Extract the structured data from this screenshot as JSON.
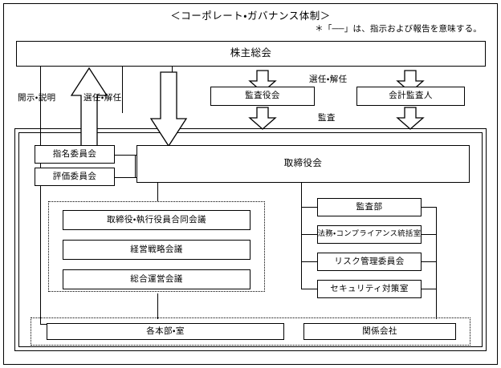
{
  "diagram": {
    "title": "＜コーポレート・ガバナンス体制＞",
    "note": "＊「──」は、指示および報告を意味する。"
  },
  "nodes": {
    "shareholders_meeting": "株主総会",
    "board_of_auditors": "監査役会",
    "accounting_auditor": "会計監査人",
    "nomination_committee": "指名委員会",
    "evaluation_committee": "評価委員会",
    "board_of_directors": "取締役会",
    "joint_meeting": "取締役・執行役員合同会議",
    "management_strategy_meeting": "経営戦略会議",
    "general_operation_meeting": "総合運営会議",
    "audit_department": "監査部",
    "legal_compliance_office": "法務・コンプライアンス統括室",
    "risk_management_committee": "リスク管理委員会",
    "security_measures_office": "セキュリティ対策室",
    "divisions_offices": "各本部・室",
    "affiliated_companies": "関係会社"
  },
  "edge_labels": {
    "disclosure_explanation": "開示・説明",
    "appointment_dismissal_left": "選任・解任",
    "appointment_dismissal_top": "選任・解任",
    "audit": "監査"
  },
  "colors": {
    "line": "#000000",
    "background": "#ffffff",
    "text": "#000000"
  }
}
